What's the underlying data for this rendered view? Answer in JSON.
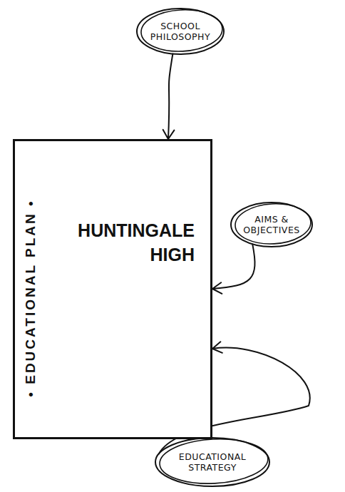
{
  "diagram": {
    "nodes": [
      {
        "text": [
          "SCHOOL PHILOSOPHY"
        ]
      },
      {
        "text": [
          "• EDUCATIONAL PLAN •",
          "HUNTINGALE HIGH"
        ]
      },
      {
        "text": [
          "AIMS & OBJECTIVES"
        ]
      },
      {
        "text": [
          "EDUCATIONAL STRATEGY"
        ]
      }
    ],
    "edges": [
      {
        "from": 0,
        "to": 1,
        "arrow": "to"
      },
      {
        "from": 2,
        "to": 1,
        "arrow": "to"
      },
      {
        "from": 3,
        "to": 1,
        "arrow": "to"
      }
    ]
  }
}
